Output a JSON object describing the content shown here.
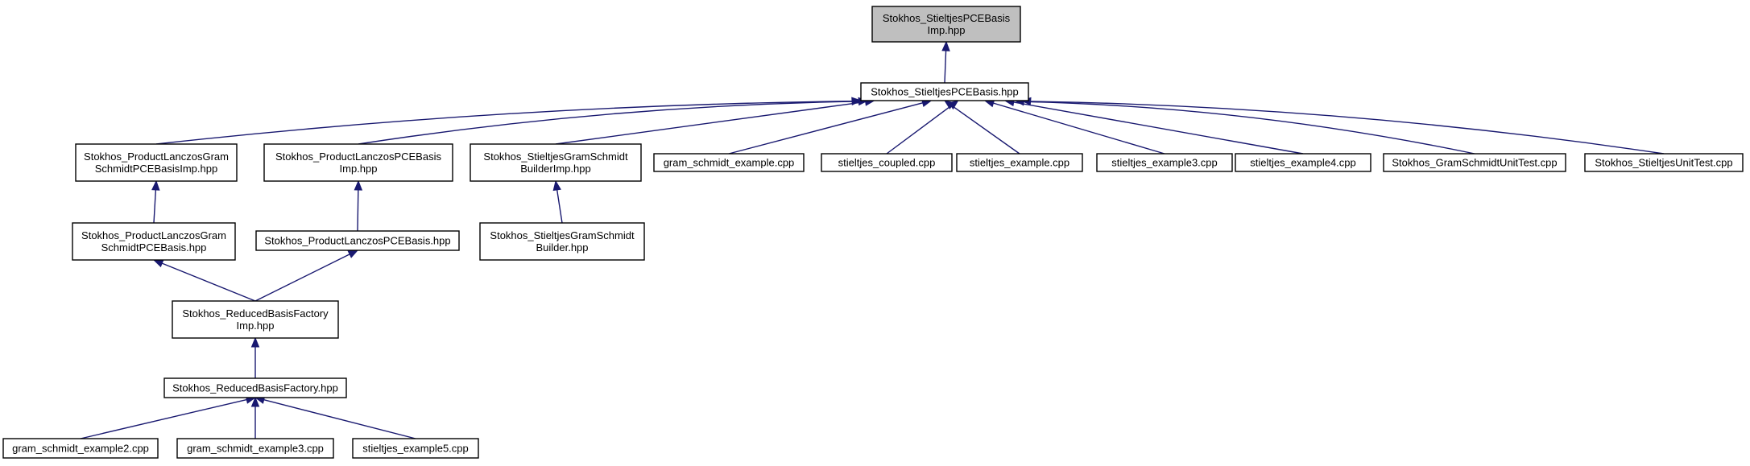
{
  "diagram": {
    "colors": {
      "edge": "#191970",
      "root_fill": "#bfbfbf",
      "node_fill": "#ffffff",
      "border": "#000000"
    },
    "nodes": [
      {
        "id": "root",
        "lines": [
          "Stokhos_StieltjesPCEBasis",
          "Imp.hpp"
        ],
        "highlight": true
      },
      {
        "id": "pce",
        "lines": [
          "Stokhos_StieltjesPCEBasis.hpp"
        ]
      },
      {
        "id": "plgimp",
        "lines": [
          "Stokhos_ProductLanczosGram",
          "SchmidtPCEBasisImp.hpp"
        ]
      },
      {
        "id": "plpimp",
        "lines": [
          "Stokhos_ProductLanczosPCEBasis",
          "Imp.hpp"
        ]
      },
      {
        "id": "sgsimp",
        "lines": [
          "Stokhos_StieltjesGramSchmidt",
          "BuilderImp.hpp"
        ]
      },
      {
        "id": "gse",
        "lines": [
          "gram_schmidt_example.cpp"
        ]
      },
      {
        "id": "sc",
        "lines": [
          "stieltjes_coupled.cpp"
        ]
      },
      {
        "id": "se",
        "lines": [
          "stieltjes_example.cpp"
        ]
      },
      {
        "id": "se3",
        "lines": [
          "stieltjes_example3.cpp"
        ]
      },
      {
        "id": "se4",
        "lines": [
          "stieltjes_example4.cpp"
        ]
      },
      {
        "id": "gsut",
        "lines": [
          "Stokhos_GramSchmidtUnitTest.cpp"
        ]
      },
      {
        "id": "sut",
        "lines": [
          "Stokhos_StieltjesUnitTest.cpp"
        ]
      },
      {
        "id": "plg",
        "lines": [
          "Stokhos_ProductLanczosGram",
          "SchmidtPCEBasis.hpp"
        ]
      },
      {
        "id": "plp",
        "lines": [
          "Stokhos_ProductLanczosPCEBasis.hpp"
        ]
      },
      {
        "id": "sgs",
        "lines": [
          "Stokhos_StieltjesGramSchmidt",
          "Builder.hpp"
        ]
      },
      {
        "id": "rbfimp",
        "lines": [
          "Stokhos_ReducedBasisFactory",
          "Imp.hpp"
        ]
      },
      {
        "id": "rbf",
        "lines": [
          "Stokhos_ReducedBasisFactory.hpp"
        ]
      },
      {
        "id": "gse2",
        "lines": [
          "gram_schmidt_example2.cpp"
        ]
      },
      {
        "id": "gse3",
        "lines": [
          "gram_schmidt_example3.cpp"
        ]
      },
      {
        "id": "se5",
        "lines": [
          "stieltjes_example5.cpp"
        ]
      }
    ],
    "edges": [
      {
        "from": "pce",
        "to": "root"
      },
      {
        "from": "plgimp",
        "to": "pce"
      },
      {
        "from": "plpimp",
        "to": "pce"
      },
      {
        "from": "sgsimp",
        "to": "pce"
      },
      {
        "from": "gse",
        "to": "pce"
      },
      {
        "from": "sc",
        "to": "pce"
      },
      {
        "from": "se",
        "to": "pce"
      },
      {
        "from": "se3",
        "to": "pce"
      },
      {
        "from": "se4",
        "to": "pce"
      },
      {
        "from": "gsut",
        "to": "pce"
      },
      {
        "from": "sut",
        "to": "pce"
      },
      {
        "from": "plg",
        "to": "plgimp"
      },
      {
        "from": "plp",
        "to": "plpimp"
      },
      {
        "from": "sgs",
        "to": "sgsimp"
      },
      {
        "from": "rbfimp",
        "to": "plg"
      },
      {
        "from": "rbfimp",
        "to": "plp"
      },
      {
        "from": "rbf",
        "to": "rbfimp"
      },
      {
        "from": "gse2",
        "to": "rbf"
      },
      {
        "from": "gse3",
        "to": "rbf"
      },
      {
        "from": "se5",
        "to": "rbf"
      }
    ]
  }
}
